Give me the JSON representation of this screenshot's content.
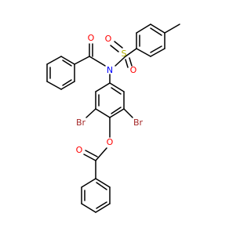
{
  "molecule": {
    "atom_labels": {
      "o_carbonyl_amide": "O",
      "s": "S",
      "o_sulfonyl_left": "O",
      "o_sulfonyl_right": "O",
      "n": "N",
      "br_left": "Br",
      "br_right": "Br",
      "o_ester": "O",
      "o_carbonyl_ester": "O"
    },
    "colors": {
      "bond": "#000000",
      "O": "#ff0000",
      "N": "#0000ff",
      "S": "#b3b300",
      "Br": "#a52a2a"
    }
  }
}
